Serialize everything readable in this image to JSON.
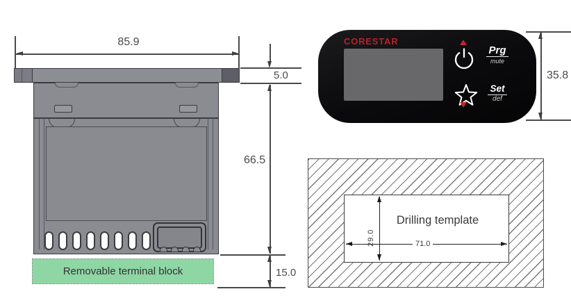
{
  "side_view": {
    "dim_width": "85.9",
    "dim_bezel": "5.0",
    "dim_depth": "66.5",
    "dim_terminal": "15.0",
    "terminal_block_label": "Removable terminal block"
  },
  "front_panel": {
    "brand": "CORESTAR",
    "dim_height": "35.8",
    "prg_label": "Prg",
    "prg_sub": "mute",
    "set_label": "Set",
    "set_sub": "def"
  },
  "drill_template": {
    "title": "Drilling template",
    "dim_width": "71.0",
    "dim_height": "29.0"
  },
  "icons": [
    {
      "name": "up-triangle-icon",
      "glyph": "▲",
      "color": "#c0272d"
    },
    {
      "name": "power-icon",
      "glyph": "⏻",
      "color": "#ffffff"
    },
    {
      "name": "star-icon",
      "glyph": "☆",
      "color": "#ffffff"
    },
    {
      "name": "down-triangle-icon",
      "glyph": "▼",
      "color": "#c0272d"
    }
  ],
  "colors": {
    "brand_red": "#b5222a",
    "accent_red": "#c0272d",
    "panel_black": "#0c0c0e",
    "body_gray": "#8b8b92",
    "terminal_green": "#8fd6a5"
  }
}
